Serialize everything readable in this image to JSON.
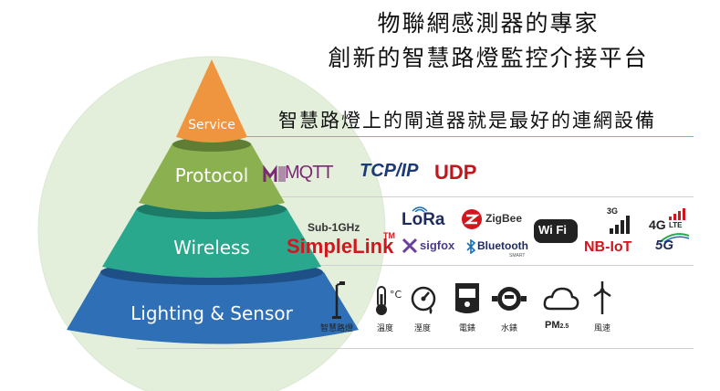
{
  "header": {
    "title_line1": "物聯網感測器的專家",
    "title_line2": "創新的智慧路燈監控介接平台",
    "tagline": "智慧路燈上的閘道器就是最好的連網設備"
  },
  "pyramid": {
    "layers": [
      {
        "label": "Service",
        "color": "#f0953f"
      },
      {
        "label": "Protocol",
        "color": "#8bb04f"
      },
      {
        "label": "Wireless",
        "color": "#2aa88e"
      },
      {
        "label": "Lighting & Sensor",
        "color": "#2e6fb5"
      }
    ],
    "background_circle_color": "#e4efdb"
  },
  "protocol_logos": {
    "mqtt": "MQTT",
    "tcpip": "TCP/IP",
    "udp": "UDP"
  },
  "wireless_logos": {
    "sub1ghz": "Sub-1GHz",
    "simplelink": "SimpleLink",
    "tm": "TM",
    "lora": "LoRa",
    "sigfox": "sigfox",
    "zigbee": "ZigBee",
    "bluetooth": "Bluetooth",
    "bluetooth_smart": "SMART",
    "wifi": "Wi Fi",
    "g3": "3G",
    "g4": "4G",
    "lte": "LTE",
    "nbiot": "NB-IoT",
    "g5": "5G"
  },
  "sensor_icons": [
    {
      "icon": "street-light-icon",
      "label": "智慧路燈"
    },
    {
      "icon": "thermometer-icon",
      "label": "溫度"
    },
    {
      "icon": "humidity-gauge-icon",
      "label": "溼度"
    },
    {
      "icon": "electric-meter-icon",
      "label": "電錶"
    },
    {
      "icon": "water-meter-icon",
      "label": "水錶"
    },
    {
      "icon": "pm25-cloud-icon",
      "label": "PM2.5",
      "sub": "2.5",
      "main": "PM"
    },
    {
      "icon": "wind-speed-icon",
      "label": "風速"
    }
  ],
  "colors": {
    "mqtt_purple": "#7a2a73",
    "tcpip_blue": "#1b3a7a",
    "udp_red": "#c0161e",
    "simplelink_red": "#d2161e",
    "nbiot_red": "#d2161e",
    "divider_orange": "#e5915a"
  }
}
